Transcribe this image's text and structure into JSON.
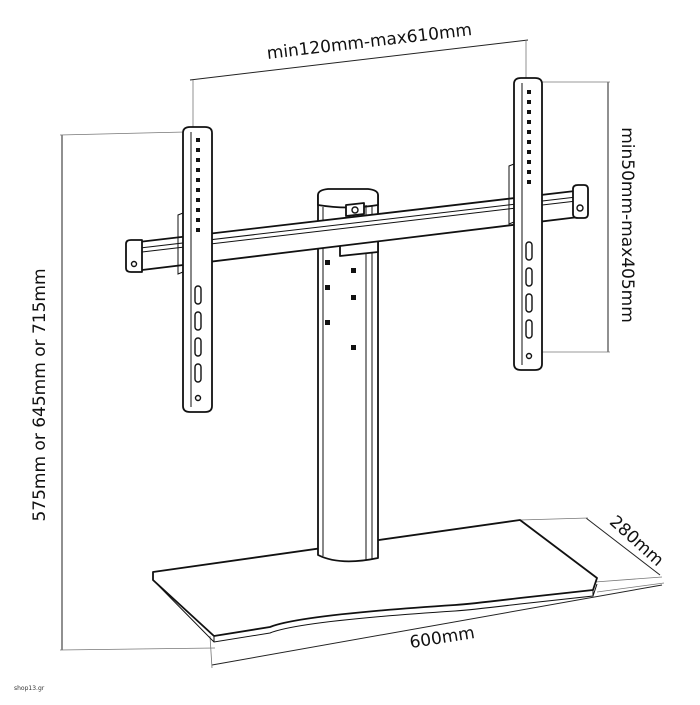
{
  "dimensions": {
    "width_range": "min120mm-max610mm",
    "height_range": "min50mm-max405mm",
    "overall_height": "575mm or 645mm or 715mm",
    "base_depth": "280mm",
    "base_width": "600mm"
  },
  "watermark": "shop13.gr"
}
